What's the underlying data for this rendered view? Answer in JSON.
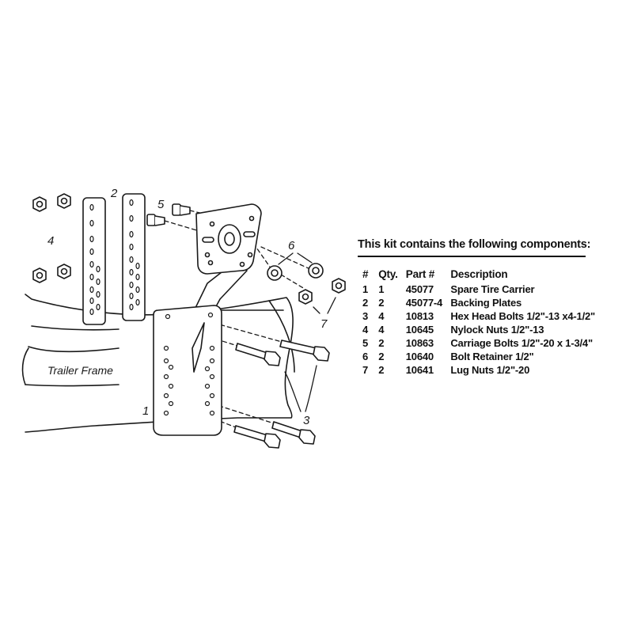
{
  "diagram": {
    "frame_label": "Trailer Frame",
    "callouts": {
      "c1": "1",
      "c2": "2",
      "c3": "3",
      "c4": "4",
      "c5": "5",
      "c6": "6",
      "c7": "7"
    }
  },
  "parts_list": {
    "title": "This kit contains the following components:",
    "headers": {
      "num": "#",
      "qty": "Qty.",
      "part": "Part #",
      "desc": "Description"
    },
    "rows": [
      {
        "num": "1",
        "qty": "1",
        "part": "45077",
        "desc": "Spare Tire Carrier"
      },
      {
        "num": "2",
        "qty": "2",
        "part": "45077-4",
        "desc": "Backing Plates"
      },
      {
        "num": "3",
        "qty": "4",
        "part": "10813",
        "desc": "Hex Head Bolts 1/2\"-13 x4-1/2\""
      },
      {
        "num": "4",
        "qty": "4",
        "part": "10645",
        "desc": "Nylock Nuts 1/2\"-13"
      },
      {
        "num": "5",
        "qty": "2",
        "part": "10863",
        "desc": "Carriage Bolts 1/2\"-20 x 1-3/4\""
      },
      {
        "num": "6",
        "qty": "2",
        "part": "10640",
        "desc": "Bolt Retainer 1/2\""
      },
      {
        "num": "7",
        "qty": "2",
        "part": "10641",
        "desc": "Lug Nuts 1/2\"-20"
      }
    ]
  },
  "colors": {
    "line": "#1a1a1a",
    "plate_fill": "#ffffff",
    "background": "#ffffff"
  }
}
